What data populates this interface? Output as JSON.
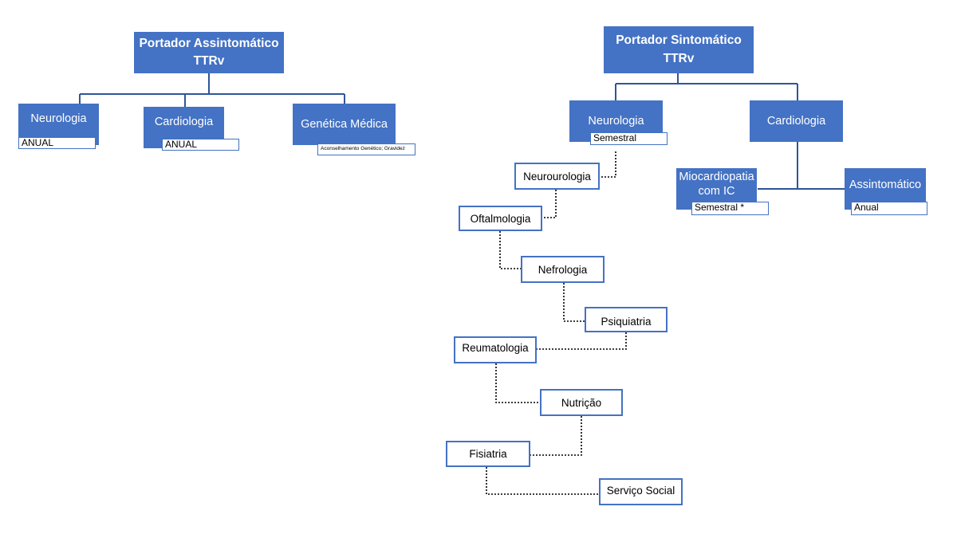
{
  "left_tree": {
    "root": "Portador Assintomático\nTTRv",
    "neurologia": {
      "label": "Neurologia",
      "freq": "ANUAL"
    },
    "cardiologia": {
      "label": "Cardiologia",
      "freq": "ANUAL"
    },
    "genetica": {
      "label": "Genética Médica",
      "note": "Aconselhamento Genético;  Gravidez"
    }
  },
  "right_tree": {
    "root": "Portador Sintomático\nTTRv",
    "neurologia": {
      "label": "Neurologia",
      "freq": "Semestral"
    },
    "cardiologia": {
      "label": "Cardiologia"
    },
    "miocardiopatia": {
      "label": "Miocardiopatia\ncom IC",
      "freq": "Semestral *"
    },
    "assintomatico": {
      "label": "Assintomático",
      "freq": "Anual"
    },
    "chain": [
      "Neurourologia",
      "Oftalmologia",
      "Nefrologia",
      "Psiquiatria",
      "Reumatologia",
      "Nutrição",
      "Fisiatria",
      "Serviço Social"
    ]
  },
  "colors": {
    "box_fill": "#4472c4",
    "box_border": "#4472c4",
    "line": "#2f5597",
    "dotted": "#000000"
  }
}
